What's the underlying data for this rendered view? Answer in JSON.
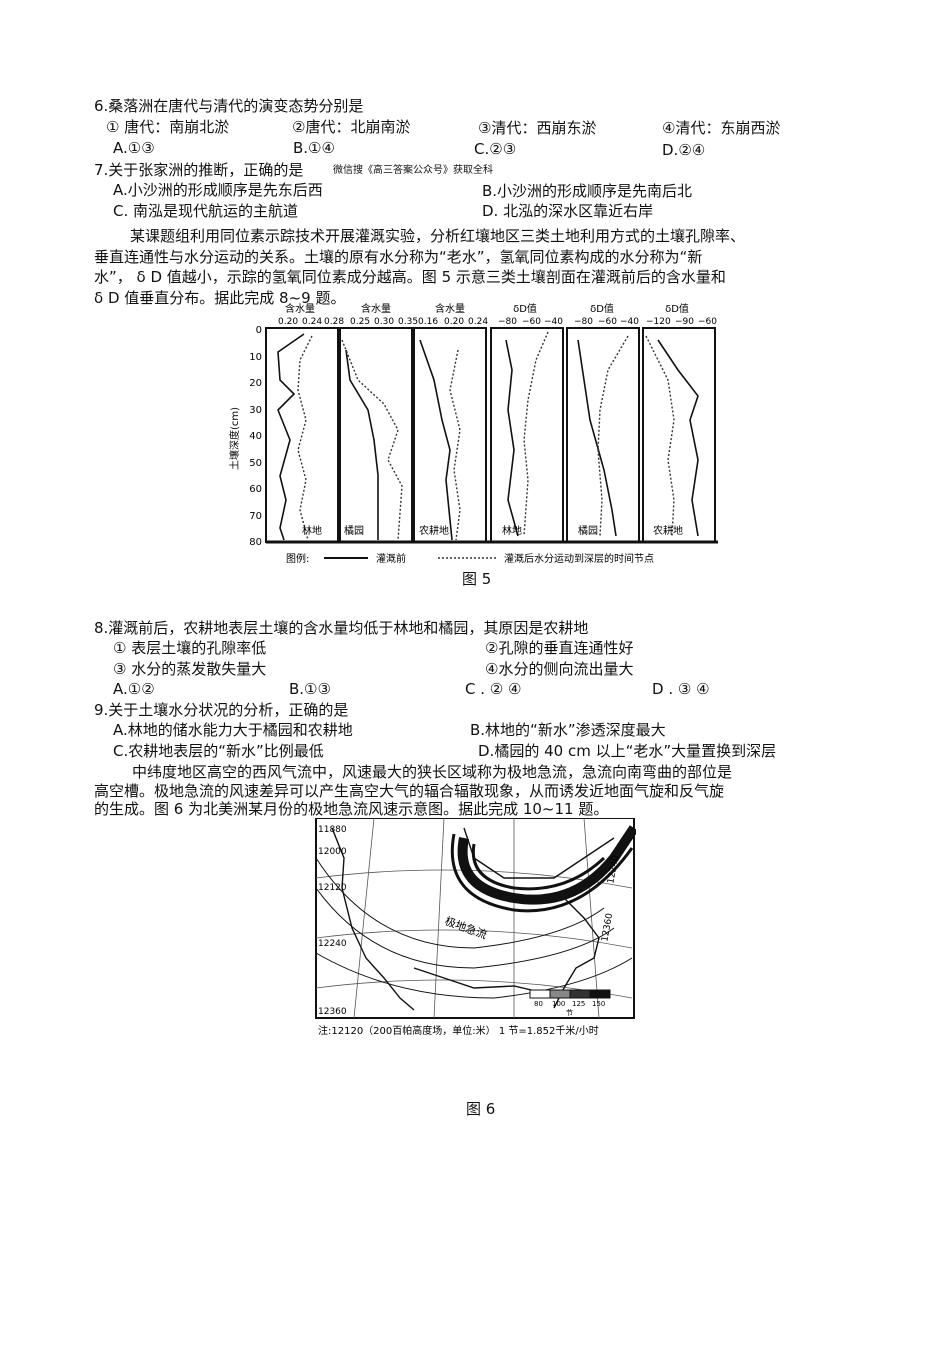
{
  "q6": {
    "stem": "6.桑落洲在唐代与清代的演变态势分别是",
    "opt1": "① 唐代：南崩北淤",
    "opt2": "②唐代：北崩南淤",
    "opt3": "③清代：西崩东淤",
    "opt4": "④清代：东崩西淤",
    "a": "A.①③",
    "b": "B.①④",
    "c": "C.②③",
    "d": "D.②④"
  },
  "q7": {
    "stem": "7.关于张家洲的推断，正确的是",
    "watermark": "微信搜《高三答案公众号》获取全科",
    "a": "A.小沙洲的形成顺序是先东后西",
    "b": "B.小沙洲的形成顺序是先南后北",
    "c": "C. 南泓是现代航运的主航道",
    "d": "D. 北泓的深水区靠近右岸"
  },
  "intro1": {
    "line1": "某课题组利用同位素示踪技术开展灌溉实验，分析红壤地区三类土地利用方式的土壤孔隙率、",
    "line2": "垂直连通性与水分运动的关系。土壤的原有水分称为“老水”，氢氧同位素构成的水分称为“新",
    "line3": "水”， δ D 值越小，示踪的氢氧同位素成分越高。图 5 示意三类土壤剖面在灌溉前后的含水量和",
    "line4": "δ D 值垂直分布。据此完成 8~9 题。"
  },
  "fig5": {
    "caption": "图 5",
    "y_axis_label": "土壤深度(cm)",
    "depth_ticks": [
      "0",
      "10",
      "20",
      "30",
      "40",
      "50",
      "60",
      "70",
      "80"
    ],
    "panels": [
      {
        "title": "含水量",
        "ticks": [
          "0.20",
          "0.24",
          "0.28"
        ],
        "name": "林地"
      },
      {
        "title": "含水量",
        "ticks": [
          "0.25",
          "0.30",
          "0.35"
        ],
        "name": "橘园"
      },
      {
        "title": "含水量",
        "ticks": [
          "0.16",
          "0.20",
          "0.24"
        ],
        "name": "农耕地"
      },
      {
        "title": "δD值",
        "ticks": [
          "−80",
          "−60",
          "−40"
        ],
        "name": "林地"
      },
      {
        "title": "δD值",
        "ticks": [
          "−80",
          "−60",
          "−40"
        ],
        "name": "橘园"
      },
      {
        "title": "δD值",
        "ticks": [
          "−120",
          "−90",
          "−60"
        ],
        "name": "农耕地"
      }
    ],
    "legend_prefix": "图例:",
    "legend_solid": "灌溉前",
    "legend_dotted": "灌溉后水分运动到深层的时间节点"
  },
  "q8": {
    "stem": "8.灌溉前后，农耕地表层土壤的含水量均低于林地和橘园，其原因是农耕地",
    "opt1": "① 表层土壤的孔隙率低",
    "opt2": "②孔隙的垂直连通性好",
    "opt3": "③ 水分的蒸发散失量大",
    "opt4": "④水分的侧向流出量大",
    "a": "A.①②",
    "b": "B.①③",
    "c": "C . ② ④",
    "d": "D . ③ ④"
  },
  "q9": {
    "stem": "9.关于土壤水分状况的分析，正确的是",
    "a": "A.林地的储水能力大于橘园和农耕地",
    "b": "B.林地的“新水”渗透深度最大",
    "c": "C.农耕地表层的“新水”比例最低",
    "d": "D.橘园的 40  cm  以上“老水”大量置换到深层"
  },
  "intro2": {
    "line1": "中纬度地区高空的西风气流中，风速最大的狭长区域称为极地急流，急流向南弯曲的部位是",
    "line2": "高空槽。极地急流的风速差异可以产生高空大气的辐合辐散现象，从而诱发近地面气旋和反气旋",
    "line3": "的生成。图 6 为北美洲某月份的极地急流风速示意图。据此完成 10~11 题。"
  },
  "fig6": {
    "caption": "图 6",
    "jet_label": "极地急流",
    "contours": [
      "11880",
      "12000",
      "12120",
      "12240",
      "12360",
      "12240",
      "12360"
    ],
    "speed_scale": [
      "80",
      "100",
      "125",
      "150"
    ],
    "speed_unit": "节",
    "note": "注:12120（200百帕高度场，单位:米） 1 节=1.852千米/小时"
  }
}
